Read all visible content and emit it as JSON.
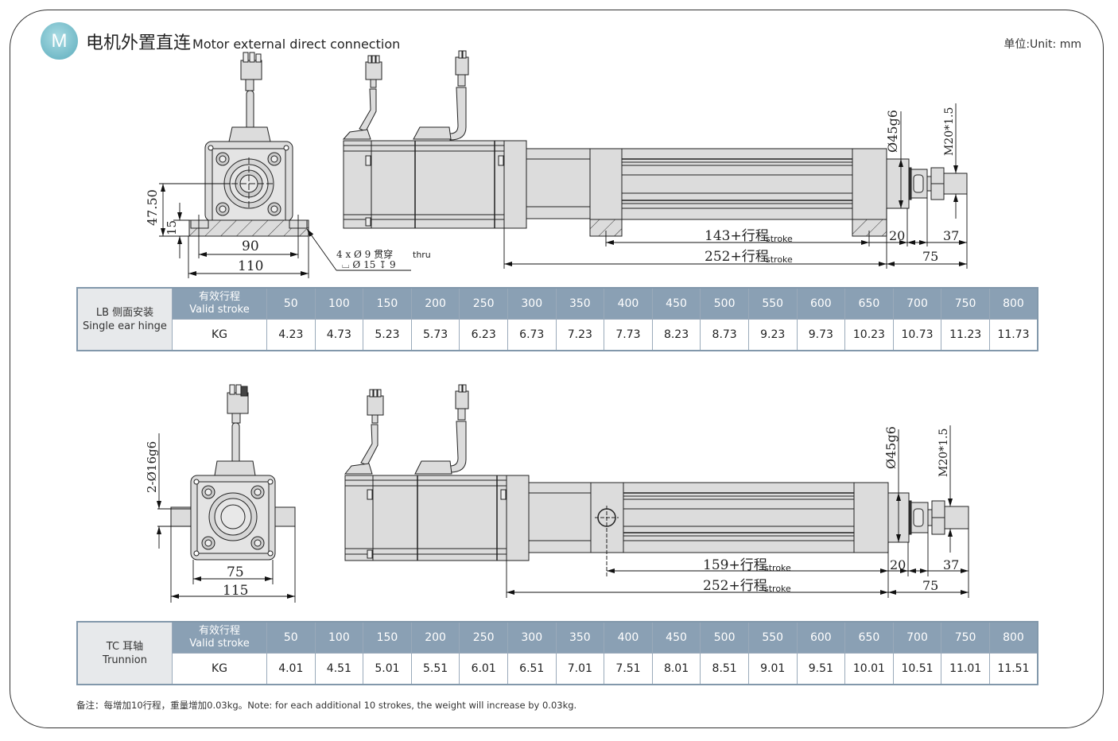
{
  "header": {
    "badge": "M",
    "title_cn": "电机外置直连",
    "title_en": "Motor external direct connection",
    "unit": "单位:Unit: mm"
  },
  "drawing_top": {
    "front_dims": {
      "h1": "47.50",
      "h2": "15",
      "w1": "90",
      "w2": "110"
    },
    "hole_note_line1": "4 x Ø 9 贯穿",
    "hole_note_line1_en": "thru",
    "hole_note_line2": "⌴ Ø 15 ↧ 9",
    "side_dims": {
      "d1": "143+行程",
      "d1_suffix": "stroke",
      "d2": "252+行程",
      "d2_suffix": "stroke",
      "rod_dia": "Ø45g6",
      "thread": "M20*1.5",
      "l1": "20",
      "l2": "37",
      "l3": "75"
    }
  },
  "drawing_bottom": {
    "front_dims": {
      "trunnion_dia": "2-Ø16g6",
      "w1": "75",
      "w2": "115"
    },
    "side_dims": {
      "d1": "159+行程",
      "d1_suffix": "stroke",
      "d2": "252+行程",
      "d2_suffix": "stroke",
      "rod_dia": "Ø45g6",
      "thread": "M20*1.5",
      "l1": "20",
      "l2": "37",
      "l3": "75"
    }
  },
  "tables": [
    {
      "mount_cn": "LB 侧面安装",
      "mount_en": "Single ear hinge",
      "header_cn": "有效行程",
      "header_en": "Valid stroke",
      "row_label": "KG",
      "strokes": [
        "50",
        "100",
        "150",
        "200",
        "250",
        "300",
        "350",
        "400",
        "450",
        "500",
        "550",
        "600",
        "650",
        "700",
        "750",
        "800"
      ],
      "weights": [
        "4.23",
        "4.73",
        "5.23",
        "5.73",
        "6.23",
        "6.73",
        "7.23",
        "7.73",
        "8.23",
        "8.73",
        "9.23",
        "9.73",
        "10.23",
        "10.73",
        "11.23",
        "11.73"
      ]
    },
    {
      "mount_cn": "TC 耳轴",
      "mount_en": "Trunnion",
      "header_cn": "有效行程",
      "header_en": "Valid stroke",
      "row_label": "KG",
      "strokes": [
        "50",
        "100",
        "150",
        "200",
        "250",
        "300",
        "350",
        "400",
        "450",
        "500",
        "550",
        "600",
        "650",
        "700",
        "750",
        "800"
      ],
      "weights": [
        "4.01",
        "4.51",
        "5.01",
        "5.51",
        "6.01",
        "6.51",
        "7.01",
        "7.51",
        "8.01",
        "8.51",
        "9.01",
        "9.51",
        "10.01",
        "10.51",
        "11.01",
        "11.51"
      ]
    }
  ],
  "note": "备注：每增加10行程，重量增加0.03kg。Note: for each additional 10 strokes, the weight will increase by 0.03kg.",
  "colors": {
    "header_bg": "#8aa0b4",
    "badge": "#7fc2cf",
    "part_fill": "#dcdcdc"
  }
}
